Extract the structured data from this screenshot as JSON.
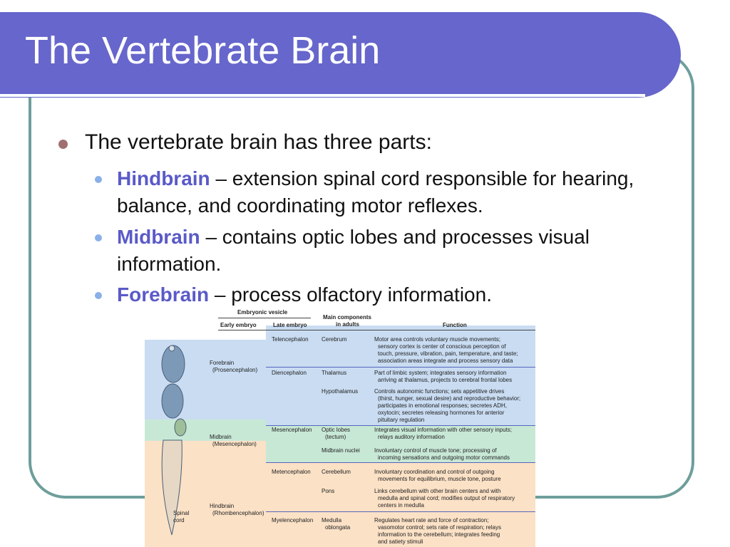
{
  "slide": {
    "title": "The Vertebrate Brain",
    "main_bullet": "The vertebrate brain has three parts:",
    "sub_bullets": [
      {
        "term": "Hindbrain",
        "text": " – extension spinal cord responsible for hearing, balance, and coordinating motor reflexes."
      },
      {
        "term": "Midbrain",
        "text": " – contains optic lobes and processes visual information."
      },
      {
        "term": "Forebrain",
        "text": " – process olfactory information."
      }
    ]
  },
  "figure": {
    "group_header": "Embryonic vesicle",
    "columns": {
      "early": "Early embryo",
      "late": "Late embryo",
      "components_1": "Main components",
      "components_2": "in adults",
      "function": "Function"
    },
    "early": {
      "forebrain_1": "Forebrain",
      "forebrain_2": "(Prosencephalon)",
      "midbrain_1": "Midbrain",
      "midbrain_2": "(Mesencephalon)",
      "hindbrain_1": "Hindbrain",
      "hindbrain_2": "(Rhombencephalon)"
    },
    "cord_1": "Spinal",
    "cord_2": "cord",
    "rows": [
      {
        "late": "Telencephalon",
        "comp1": "Cerebrum",
        "comp2": "",
        "f1": "Motor area controls voluntary muscle movements;",
        "f2": "sensory cortex is center of conscious perception of",
        "f3": "touch, pressure, vibration, pain, temperature, and taste;",
        "f4": "association areas integrate and process sensory data",
        "f5": ""
      },
      {
        "late": "Diencephalon",
        "comp1": "Thalamus",
        "comp2": "",
        "f1": "Part of limbic system; integrates sensory information",
        "f2": "arriving at thalamus, projects to cerebral frontal lobes",
        "f3": "",
        "f4": "",
        "f5": ""
      },
      {
        "late": "",
        "comp1": "Hypothalamus",
        "comp2": "",
        "f1": "Controls autonomic functions; sets appetitive drives",
        "f2": "(thirst, hunger, sexual desire) and reproductive behavior;",
        "f3": "participates in emotional responses; secretes ADH,",
        "f4": "oxytocin; secretes releasing hormones for anterior",
        "f5": "pituitary regulation"
      },
      {
        "late": "Mesencephalon",
        "comp1": "Optic lobes",
        "comp2": "(tectum)",
        "f1": "Integrates visual information with other sensory inputs;",
        "f2": "relays auditory information",
        "f3": "",
        "f4": "",
        "f5": ""
      },
      {
        "late": "",
        "comp1": "Midbrain nuclei",
        "comp2": "",
        "f1": "Involuntary control of muscle tone; processing of",
        "f2": "incoming sensations and outgoing motor commands",
        "f3": "",
        "f4": "",
        "f5": ""
      },
      {
        "late": "Metencephalon",
        "comp1": "Cerebellum",
        "comp2": "",
        "f1": "Involuntary coordination and control of outgoing",
        "f2": "movements for equilibrium, muscle tone, posture",
        "f3": "",
        "f4": "",
        "f5": ""
      },
      {
        "late": "",
        "comp1": "Pons",
        "comp2": "",
        "f1": "Links cerebellum with other brain centers and with",
        "f2": "medulla and spinal cord; modifies output of respiratory",
        "f3": "centers in medulla",
        "f4": "",
        "f5": ""
      },
      {
        "late": "Myelencephalon",
        "comp1": "Medulla",
        "comp2": "oblongata",
        "f1": "Regulates heart rate and force of contraction;",
        "f2": "vasomotor control; sets rate of respiration; relays",
        "f3": "information to the cerebellum; integrates feeding",
        "f4": "and satiety stimuli",
        "f5": ""
      }
    ],
    "colors": {
      "forebrain": "#c9dcf2",
      "midbrain": "#c8e8d6",
      "hindbrain": "#fbe1c6"
    }
  }
}
